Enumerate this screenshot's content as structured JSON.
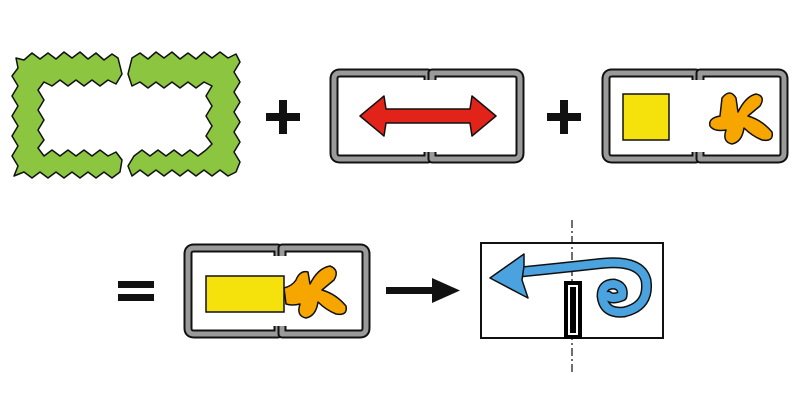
{
  "diagram": {
    "operators": {
      "plus": "+",
      "equals": "=",
      "arrow": "→"
    },
    "colors": {
      "hedge_green": "#8cc640",
      "outline": "#111111",
      "frame_gray": "#9a9a9a",
      "arrow_red": "#e2231a",
      "square_yellow": "#f5e10c",
      "blob_orange": "#f7a600",
      "wind_blue": "#4aa3df",
      "wall_black": "#000000",
      "background": "#ffffff"
    },
    "panels": [
      {
        "name": "hedge-frame-pair",
        "icon": "hedge-icon"
      },
      {
        "name": "double-arrow-frame-pair",
        "icon": "double-arrow-icon"
      },
      {
        "name": "square-and-blob-frame-pair",
        "icon": "square-blob-icon"
      },
      {
        "name": "merged-shape-frame-pair",
        "icon": "merged-shape-icon"
      },
      {
        "name": "wind-spiral-panel",
        "icon": "wind-spiral-icon"
      }
    ]
  }
}
